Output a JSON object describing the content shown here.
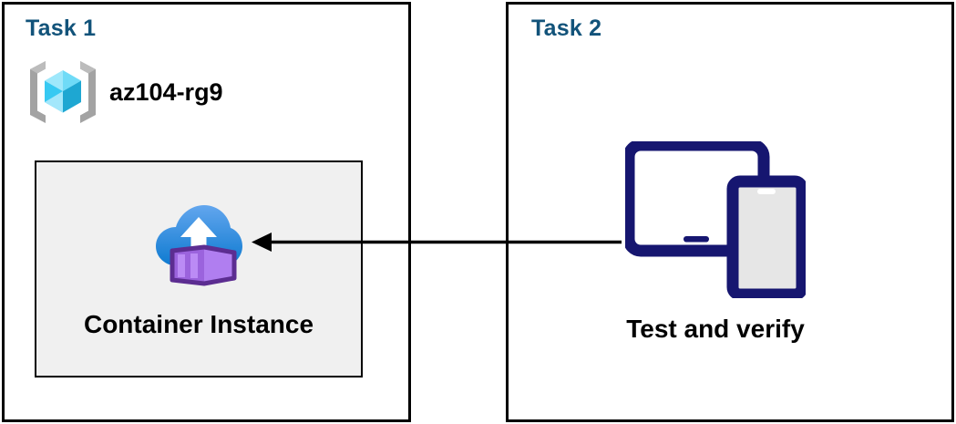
{
  "diagram": {
    "type": "azure-architecture-tasks",
    "background_color": "#ffffff",
    "panel_border_color": "#000000",
    "title_color": "#12537a"
  },
  "panels": [
    {
      "id": "task1",
      "title": "Task 1",
      "resource_group": {
        "icon": "azure-resource-group-icon",
        "label": "az104-rg9",
        "icon_colors": {
          "bracket": "#a3a3a3",
          "cube_light": "#9fe8fb",
          "cube_mid": "#32c8f0",
          "cube_dark": "#1ba5cf",
          "cube_pale": "#bdeefc"
        }
      },
      "resource_box": {
        "label": "Container Instance",
        "icon": "azure-container-instance-icon",
        "background_color": "#f0f0f0",
        "border_color": "#000000",
        "icon_colors": {
          "cloud_top": "#5ea0ea",
          "cloud_bottom": "#0f7fd4",
          "arrow": "#ffffff",
          "container_light": "#b07ef0",
          "container_mid": "#9b63dd",
          "container_dark": "#5c2d91"
        }
      }
    },
    {
      "id": "task2",
      "title": "Task 2",
      "devices": {
        "icon": "devices-tablet-phone-icon",
        "label": "Test and verify",
        "icon_colors": {
          "outline": "#161670",
          "screen": "#ffffff",
          "phone_screen": "#e6e6e6"
        }
      }
    }
  ],
  "connector": {
    "name": "flow-arrow",
    "direction": "right-to-left",
    "from": "Test and verify",
    "to": "Container Instance",
    "color": "#000000",
    "stroke_width": 3
  }
}
